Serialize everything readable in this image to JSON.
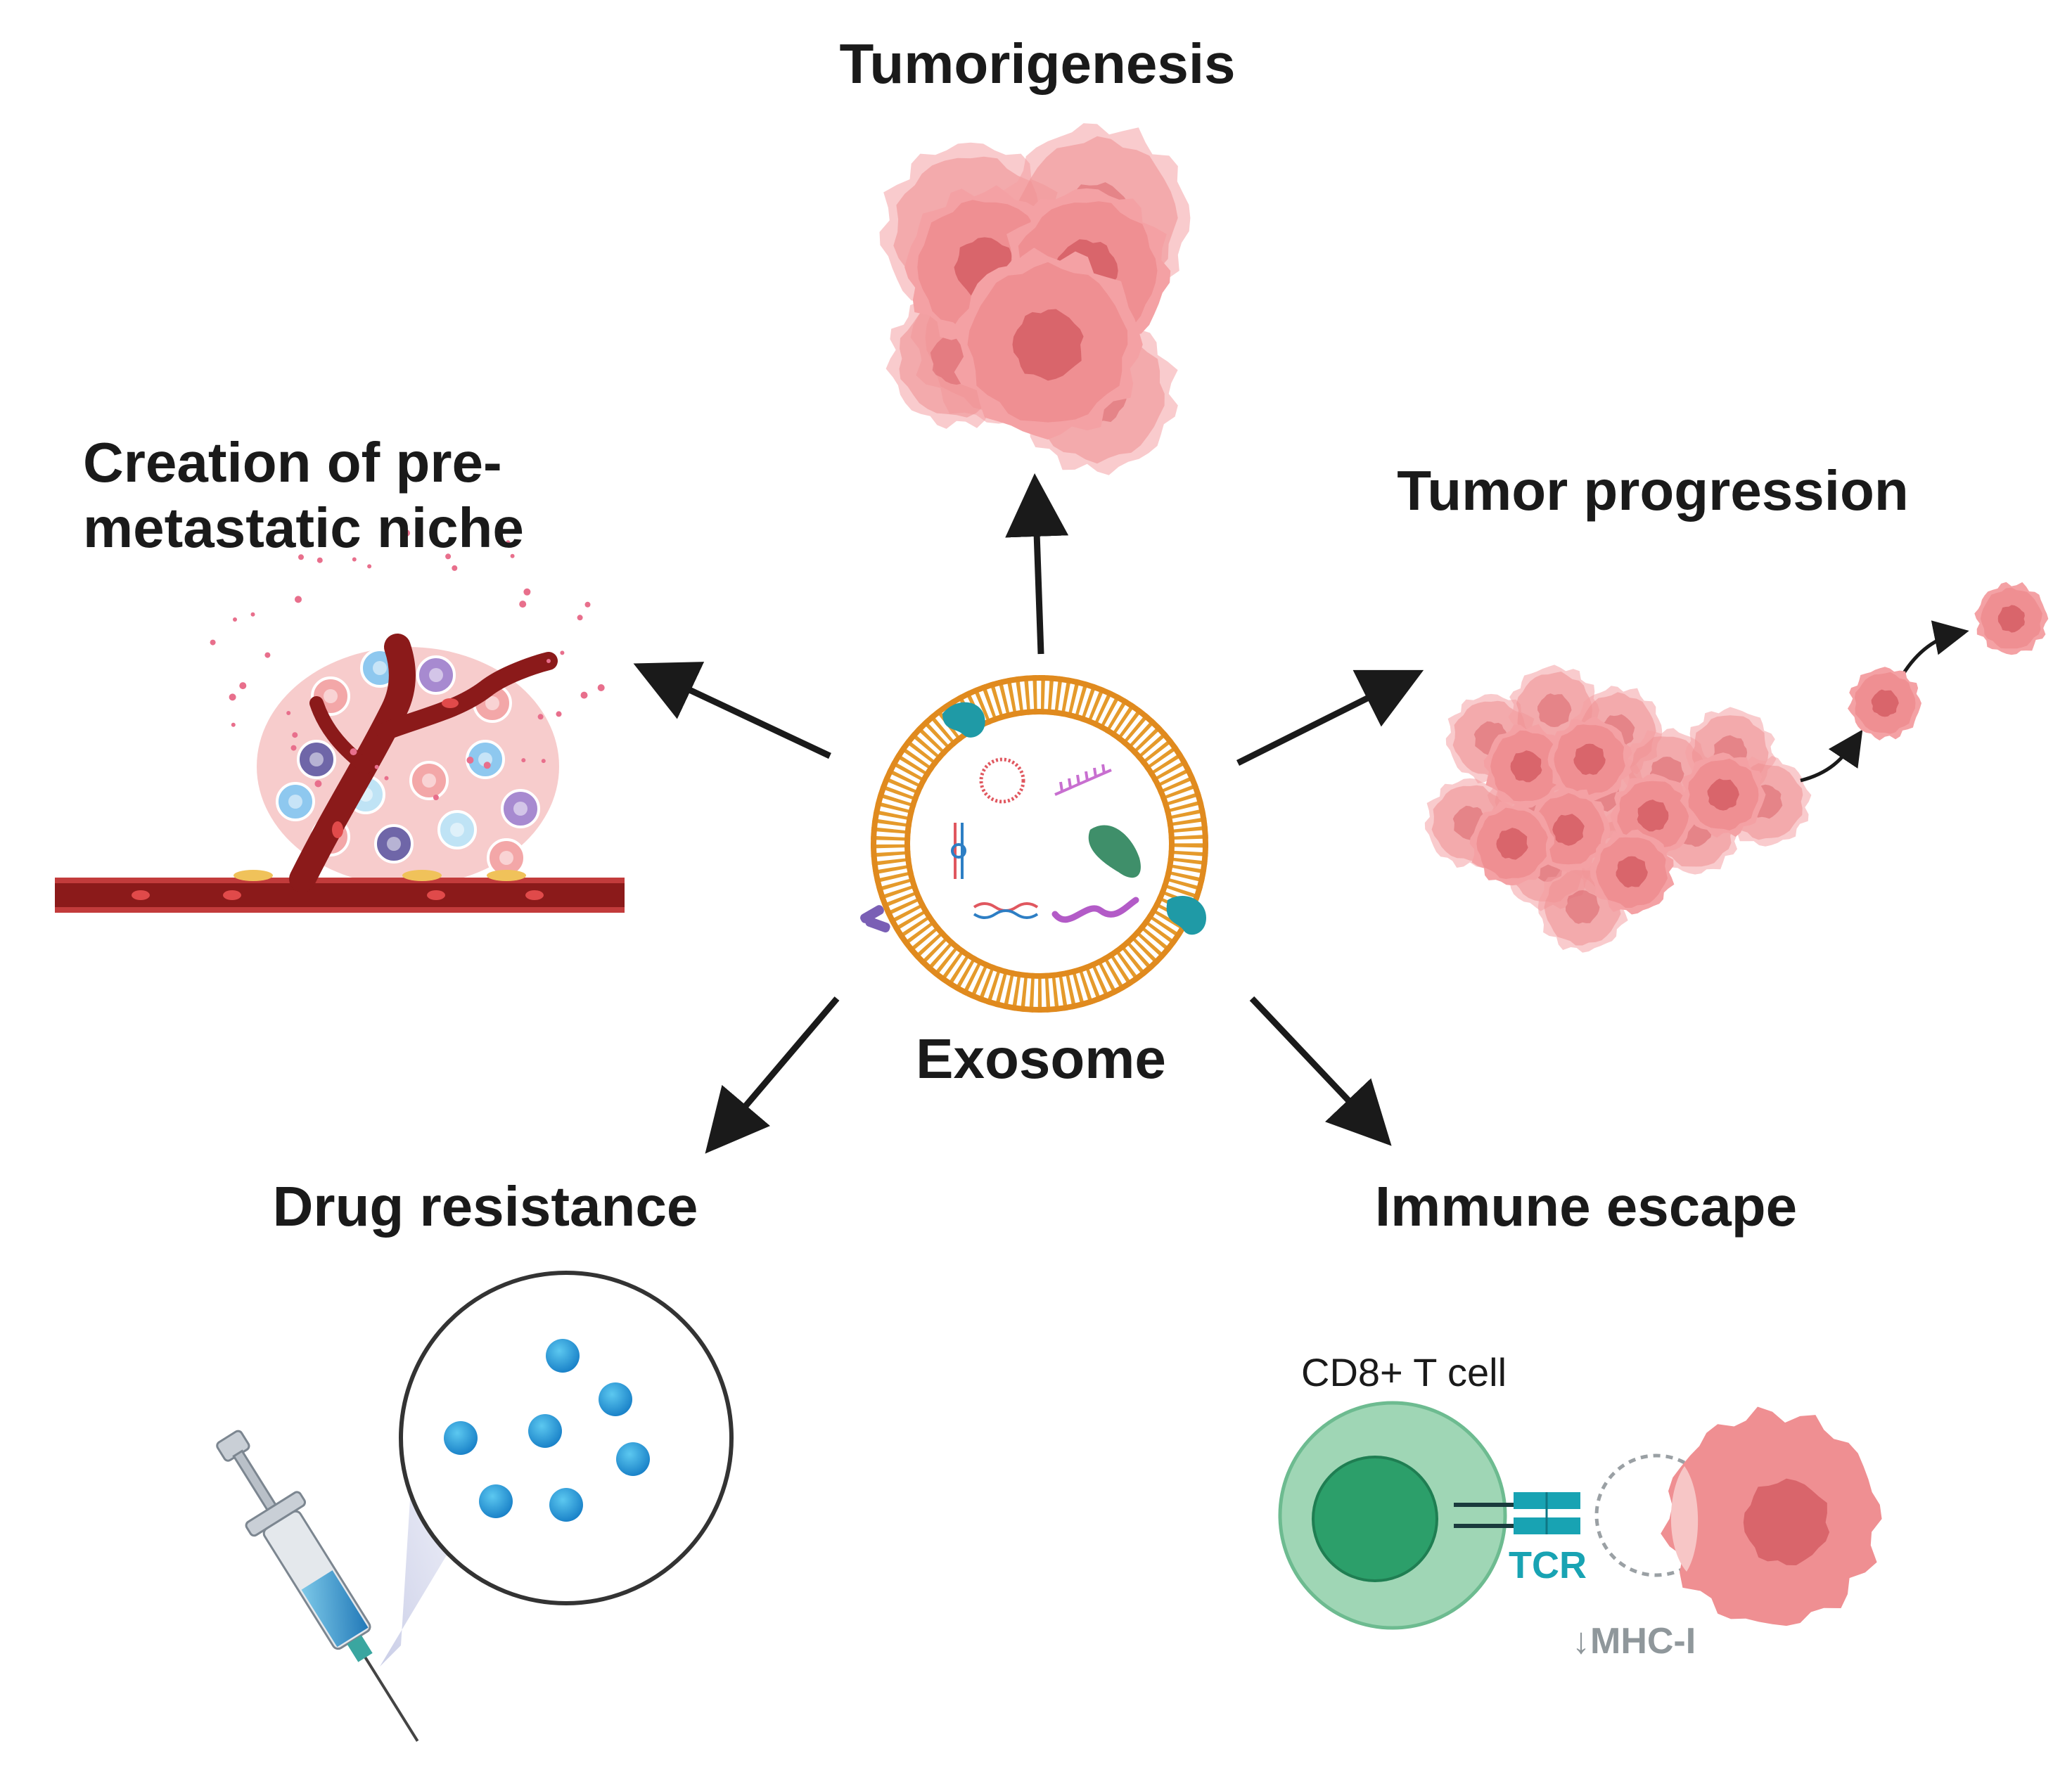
{
  "labels": {
    "tumorigenesis": "Tumorigenesis",
    "premetastatic_line1": "Creation of pre-",
    "premetastatic_line2": "metastatic niche",
    "tumor_progression": "Tumor progression",
    "exosome": "Exosome",
    "drug_resistance": "Drug resistance",
    "immune_escape": "Immune escape",
    "cd8_t_cell": "CD8+ T cell",
    "tcr": "TCR",
    "mhc": "↓MHC-I"
  },
  "colors": {
    "arrow": "#1a1a1a",
    "tumor_cell": "#ef8f92",
    "tumor_nucleus": "#de6f74",
    "exosome_membrane": "#e59a2b",
    "blood_vessel": "#8b1a1a",
    "t_cell": "#9fd6b5",
    "t_cell_nucleus": "#2c9f6a",
    "tcr": "#18a3b3",
    "drug_particle": "#1e8fd0"
  },
  "icons": [
    "tumor-cluster-icon",
    "exosome-vesicle-icon",
    "blood-vessel-niche-icon",
    "metastasis-cells-icon",
    "syringe-icon",
    "drug-particles-icon",
    "t-cell-icon",
    "tcr-receptor-icon",
    "tumor-cell-icon"
  ]
}
